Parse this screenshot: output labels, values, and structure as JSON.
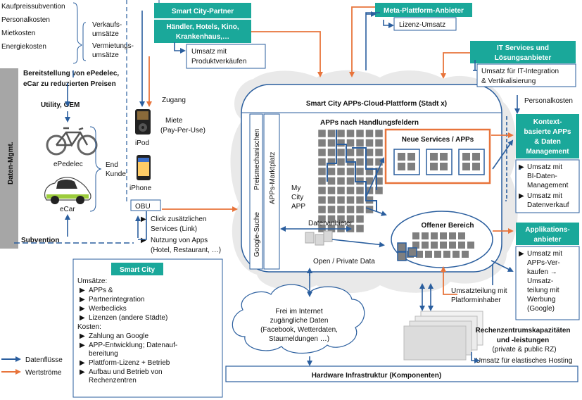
{
  "colors": {
    "teal": "#1aa89a",
    "blue": "#2a5e9e",
    "orange": "#e8743b",
    "grey": "#a6a6a6",
    "cloud": "#e9e9e9"
  },
  "top_left": {
    "items": [
      "Kaufpreissubvention",
      "Personalkosten",
      "Mietkosten",
      "Energiekosten"
    ],
    "verkauf": [
      "Verkaufs-",
      "umsätze"
    ],
    "vermietung": [
      "Vermietungs-",
      "umsätze"
    ]
  },
  "left_sidebar": {
    "label": "Daten-Mgmt."
  },
  "bereitstellung": [
    "Bereitstellung von ePedelec,",
    "eCar zu reduzierten Preisen"
  ],
  "utility": "Utility, OEM",
  "zugang": "Zugang",
  "miete": [
    "Miete",
    "(Pay-Per-Use)"
  ],
  "devices": {
    "ipod": "iPod",
    "iphone": "iPhone",
    "epedelec": "ePedelec",
    "ecar": "eCar",
    "end_kunde": [
      "End",
      "Kunde"
    ],
    "obu": "OBU"
  },
  "subvention": "Subvention",
  "click": [
    "Click zusätzlichen",
    "Services (Link)"
  ],
  "nutzung": [
    "Nutzung von Apps",
    "(Hotel, Restaurant, …)"
  ],
  "partner": {
    "title": "Smart City-Partner",
    "sub": [
      "Händler, Hotels, Kino,",
      "Krankenhaus,…"
    ],
    "umsatz": [
      "Umsatz mit",
      "Produktverkäufen"
    ]
  },
  "meta": {
    "title": "Meta-Plattform-Anbieter",
    "umsatz": "Lizenz-Umsatz"
  },
  "it": {
    "title": [
      "IT Services und",
      "Lösungsanbieter"
    ],
    "umsatz": [
      "Umsatz für IT-Integration",
      "& Vertikalisierung"
    ]
  },
  "personalkosten": "Personalkosten",
  "kontext": {
    "title": [
      "Kontext-",
      "basierte APPs",
      "& Daten",
      "Management"
    ],
    "items": [
      [
        "Umsatz mit",
        "BI-Daten-",
        "Management"
      ],
      [
        "Umsatz mit",
        "Datenverkauf"
      ]
    ]
  },
  "appanbieter": {
    "title": [
      "Applikations-",
      "anbieter"
    ],
    "items": [
      [
        "Umsatz mit",
        "APPs-Ver-",
        "kaufen →",
        "Umsatz-",
        "teilung mit",
        "Werbung",
        "(Google)"
      ]
    ]
  },
  "platform": {
    "title": "Smart City APPs-Cloud-Plattform (Stadt x)",
    "google": "Google-Suche",
    "preis": "Preismechanischen",
    "marktplatz": "APPs-Marktplatz",
    "apps_title": "APPs nach Handlungsfeldern",
    "neue": "Neue Services / APPs",
    "mycity": [
      "My",
      "City",
      "APP"
    ],
    "datenanbieter": "Datenanbieter",
    "open": "Open / Private Data",
    "offen": "Offener Bereich"
  },
  "umsatzteilung": [
    "Umsatzteilung mit",
    "Platforminhaber"
  ],
  "freidaten": [
    "Frei im Internet",
    "zugängliche Daten",
    "(Facebook, Wetterdaten,",
    "Staumeldungen …)"
  ],
  "rz": {
    "title": [
      "Rechenzentrumskapazitäten",
      "und -leistungen"
    ],
    "sub": "(private & public RZ)",
    "hosting": "Umsatz für elastisches Hosting"
  },
  "hardware": "Hardware Infrastruktur (Komponenten)",
  "smartcity": {
    "title": "Smart City",
    "umsaetze_label": "Umsätze:",
    "umsaetze": [
      "APPs &",
      "Partnerintegration",
      "Werbeclicks",
      "Lizenzen (andere Städte)"
    ],
    "kosten_label": "Kosten:",
    "kosten": [
      [
        "Zahlung an Google"
      ],
      [
        "APP-Entwicklung; Datenauf-",
        "bereitung"
      ],
      [
        "Plattform-Lizenz + Betrieb"
      ],
      [
        "Aufbau und Betrieb von",
        "Rechenzentren"
      ]
    ]
  },
  "legend": [
    {
      "label": "Datenflüsse",
      "color": "#2a5e9e"
    },
    {
      "label": "Wertströme",
      "color": "#e8743b"
    }
  ]
}
